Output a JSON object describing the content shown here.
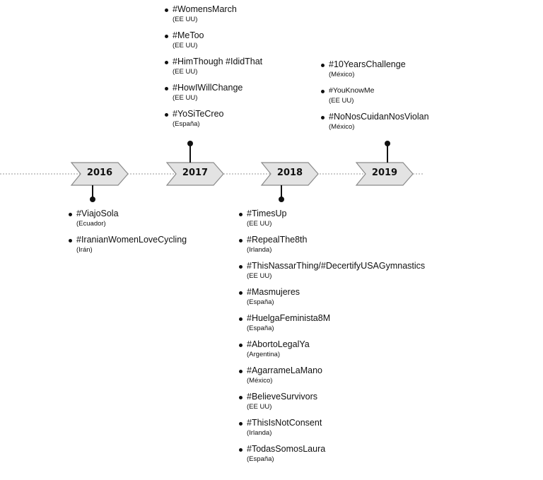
{
  "line_color": "#9a9a9a",
  "chevron_fill": "#e3e3e3",
  "chevron_stroke": "#8a8a8a",
  "marker_color": "#111111",
  "years": [
    {
      "label": "2016",
      "tags": [
        {
          "name": "#ViajoSola",
          "country": "(Ecuador)"
        },
        {
          "name": "#IranianWomenLoveCycling",
          "country": "(Irán)"
        }
      ]
    },
    {
      "label": "2017",
      "tags": [
        {
          "name": "#WomensMarch",
          "country": "(EE UU)"
        },
        {
          "name": "#MeToo",
          "country": "(EE UU)"
        },
        {
          "name": "#HimThough #IdidThat",
          "country": "(EE UU)"
        },
        {
          "name": "#HowIWillChange",
          "country": "(EE UU)"
        },
        {
          "name": "#YoSiTeCreo",
          "country": "(España)"
        }
      ]
    },
    {
      "label": "2018",
      "tags": [
        {
          "name": "#TimesUp",
          "country": "(EE UU)"
        },
        {
          "name": "#RepealThe8th",
          "country": "(Irlanda)"
        },
        {
          "name": "#ThisNassarThing/#DecertifyUSAGymnastics",
          "country": "(EE UU)"
        },
        {
          "name": "#Masmujeres",
          "country": "(España)"
        },
        {
          "name": "#HuelgaFeminista8M",
          "country": "(España)"
        },
        {
          "name": "#AbortoLegalYa",
          "country": "(Argentina)"
        },
        {
          "name": "#AgarrameLaMano",
          "country": "(México)"
        },
        {
          "name": "#BelieveSurvivors",
          "country": "(EE UU)"
        },
        {
          "name": "#ThisIsNotConsent",
          "country": "(Irlanda)"
        },
        {
          "name": "#TodasSomosLaura",
          "country": "(España)"
        }
      ]
    },
    {
      "label": "2019",
      "tags": [
        {
          "name": "#10YearsChallenge",
          "country": "(México)"
        },
        {
          "name": "#YouKnowMe",
          "country": "(EE UU)"
        },
        {
          "name": "#NoNosCuidanNosViolan",
          "country": "(México)"
        }
      ]
    }
  ]
}
